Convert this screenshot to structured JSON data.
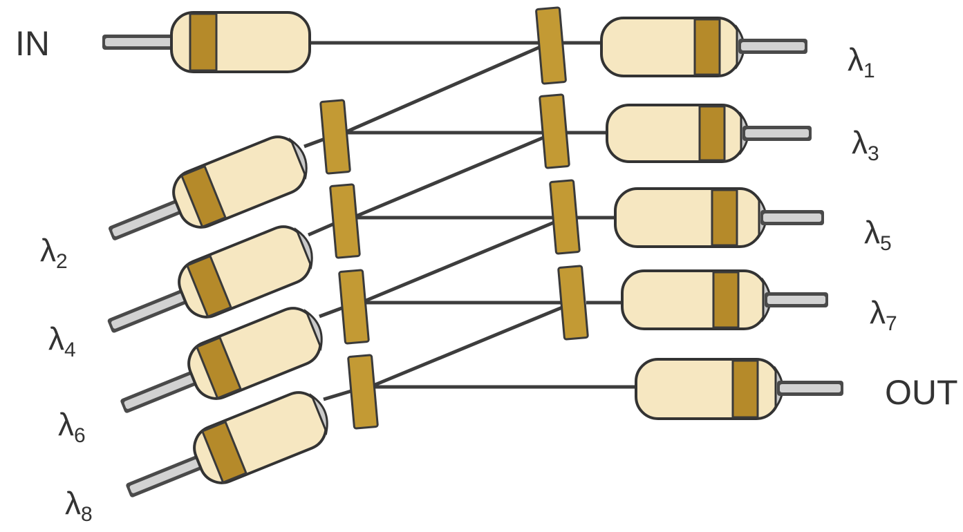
{
  "diagram": {
    "title": "",
    "labels": {
      "in": "IN",
      "out": "OUT",
      "lambda_symbol": "λ",
      "outputs": [
        {
          "name": "lambda-1",
          "sub": "1"
        },
        {
          "name": "lambda-3",
          "sub": "3"
        },
        {
          "name": "lambda-5",
          "sub": "5"
        },
        {
          "name": "lambda-7",
          "sub": "7"
        }
      ],
      "inputs": [
        {
          "name": "lambda-2",
          "sub": "2"
        },
        {
          "name": "lambda-4",
          "sub": "4"
        },
        {
          "name": "lambda-6",
          "sub": "6"
        },
        {
          "name": "lambda-8",
          "sub": "8"
        }
      ]
    },
    "colors": {
      "collimator_body": "#f6e7c1",
      "band": "#b58a2a",
      "filter": "#c39a34",
      "line": "#3d3d3d"
    }
  }
}
